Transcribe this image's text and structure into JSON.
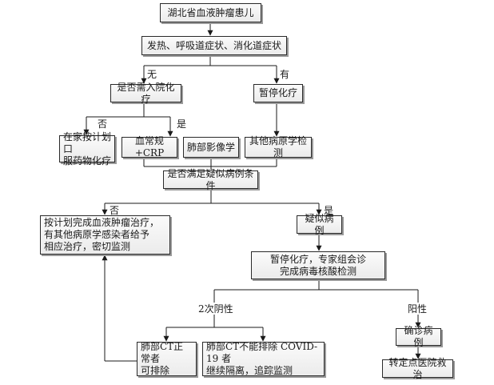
{
  "title": "湖北省血液肿瘤患儿",
  "symptoms": "发热、呼吸道症状、消化道症状",
  "label_no_1": "无",
  "label_yes_1": "有",
  "need_chemo": "是否需入院化疗",
  "pause_chemo": "暂停化疗",
  "label_no_2": "否",
  "label_yes_2": "是",
  "home_chemo": "在家按计划口\n服药物化疗",
  "blood_test": "血常规+CRP",
  "lung_imaging": "肺部影像学",
  "other_path": "其他病原学检测",
  "criteria": "是否满足疑似病例条件",
  "label_no_3": "否",
  "label_yes_3": "是",
  "continue_treat": "按计划完成血液肿瘤治疗，\n有其他病原学感染者给予\n相应治疗，密切监测",
  "suspected": "疑似病例",
  "expert": "暂停化疗，专家组会诊\n完成病毒核酸检测",
  "two_neg": "2次阴性",
  "positive": "阳性",
  "ct_normal": "肺部CT正常者\n可排除",
  "ct_not_excluded": "肺部CT不能排除 COVID-19 者\n继续隔离，追踪监测",
  "confirmed": "确诊病例",
  "hospital": "转定点医院救治"
}
